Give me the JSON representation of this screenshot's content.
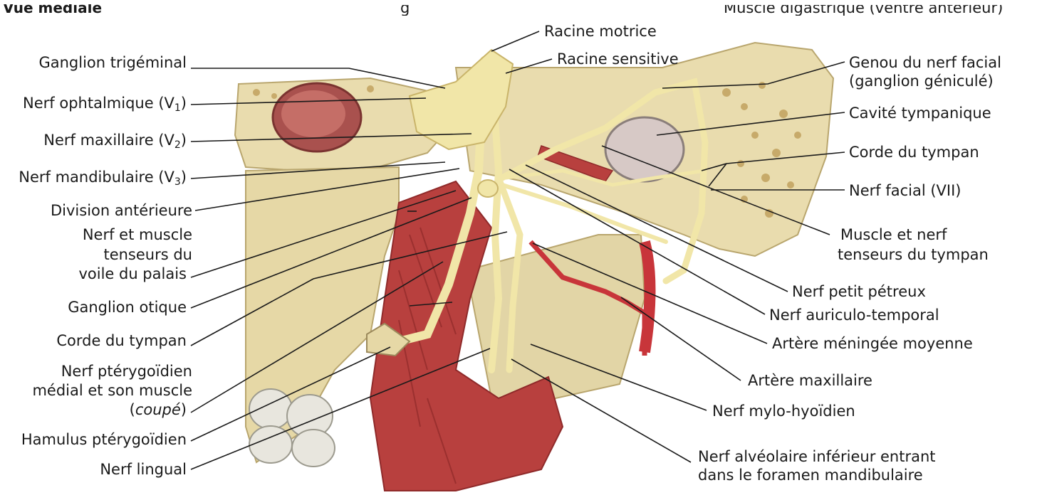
{
  "title": "Vue médiale",
  "top_cut_labels": {
    "center": "g",
    "right": "Muscle digastrique (ventre antérieur)"
  },
  "labels_left": {
    "ganglion_trigeminal": "Ganglion trigéminal",
    "nerf_ophtalmique": "Nerf ophtalmique (V",
    "nerf_ophtalmique_sub": "1",
    "nerf_maxillaire": "Nerf maxillaire (V",
    "nerf_maxillaire_sub": "2",
    "nerf_mandibulaire": "Nerf mandibulaire (V",
    "nerf_mandibulaire_sub": "3",
    "division_anterieure": "Division antérieure",
    "tenseur_voile_l1": "Nerf et muscle",
    "tenseur_voile_l2": "tenseurs du",
    "tenseur_voile_l3": "voile du palais",
    "ganglion_otique": "Ganglion otique",
    "corde_tympan": "Corde du tympan",
    "pterygoidien_l1": "Nerf ptérygoïdien",
    "pterygoidien_l2": "médial et son muscle",
    "pterygoidien_l3": "coupé",
    "hamulus": "Hamulus ptérygoïdien",
    "nerf_lingual": "Nerf lingual"
  },
  "labels_top": {
    "racine_motrice": "Racine motrice",
    "racine_sensitive": "Racine sensitive"
  },
  "labels_right": {
    "genou_l1": "Genou du nerf facial",
    "genou_l2": "(ganglion géniculé)",
    "cavite_tympanique": "Cavité tympanique",
    "corde_tympan": "Corde du tympan",
    "nerf_facial": "Nerf facial (VII)",
    "tenseur_tympan_l1": "Muscle et nerf",
    "tenseur_tympan_l2": "tenseurs du tympan",
    "petit_petreux": "Nerf petit pétreux",
    "auriculo_temporal": "Nerf auriculo-temporal",
    "meningee_moyenne": "Artère méningée moyenne",
    "maxillaire": "Artère maxillaire",
    "mylo_hyoidien": "Nerf mylo-hyoïdien",
    "alveolaire_l1": "Nerf alvéolaire inférieur entrant",
    "alveolaire_l2": "dans le foramen mandibulaire"
  },
  "colors": {
    "bone": "#e9dcae",
    "bone_dark": "#c9b57f",
    "muscle": "#b8403e",
    "muscle_dark": "#8f2a2a",
    "nerve": "#f1e6a8",
    "artery": "#c8353a",
    "leader": "#1a1a1a"
  }
}
